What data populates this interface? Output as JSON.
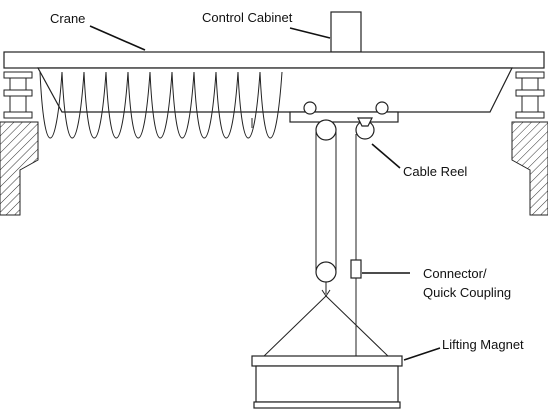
{
  "labels": {
    "crane": "Crane",
    "control_cabinet": "Control Cabinet",
    "cable_reel": "Cable Reel",
    "connector_line1": "Connector/",
    "connector_line2": "Quick Coupling",
    "lifting_magnet": "Lifting Magnet"
  }
}
